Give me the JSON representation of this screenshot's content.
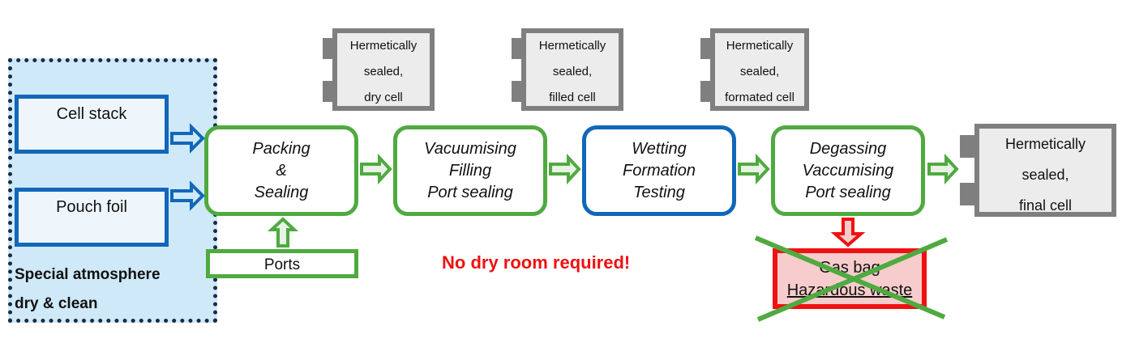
{
  "atmosphere": {
    "label_line1": "Special atmosphere",
    "label_line2": "dry & clean",
    "inputs": [
      {
        "label": "Cell stack"
      },
      {
        "label": "Pouch foil"
      }
    ]
  },
  "process_steps": [
    {
      "lines": [
        "Packing",
        "&",
        "Sealing"
      ],
      "color": "#4faa3f"
    },
    {
      "lines": [
        "Vacuumising",
        "Filling",
        "Port sealing"
      ],
      "color": "#4faa3f"
    },
    {
      "lines": [
        "Wetting",
        "Formation",
        "Testing"
      ],
      "color": "#1167b9"
    },
    {
      "lines": [
        "Degassing",
        "Vaccumising",
        "Port sealing"
      ],
      "color": "#4faa3f"
    }
  ],
  "ports": {
    "label": "Ports"
  },
  "cells": [
    {
      "lines": [
        "Hermetically",
        "sealed,",
        "dry cell"
      ]
    },
    {
      "lines": [
        "Hermetically",
        "sealed,",
        "filled cell"
      ]
    },
    {
      "lines": [
        "Hermetically",
        "sealed,",
        "formated cell"
      ]
    },
    {
      "lines": [
        "Hermetically",
        "sealed,",
        "final cell"
      ]
    }
  ],
  "note": "No dry room required!",
  "waste": {
    "line1": "Gas bag",
    "line2": "Hazardous waste",
    "crossed_out": true
  },
  "colors": {
    "green": "#4faa3f",
    "blue": "#1167b9",
    "red": "#ee1111",
    "gray": "#7f7f7f",
    "atmosphere_bg": "#cfe9f8"
  }
}
